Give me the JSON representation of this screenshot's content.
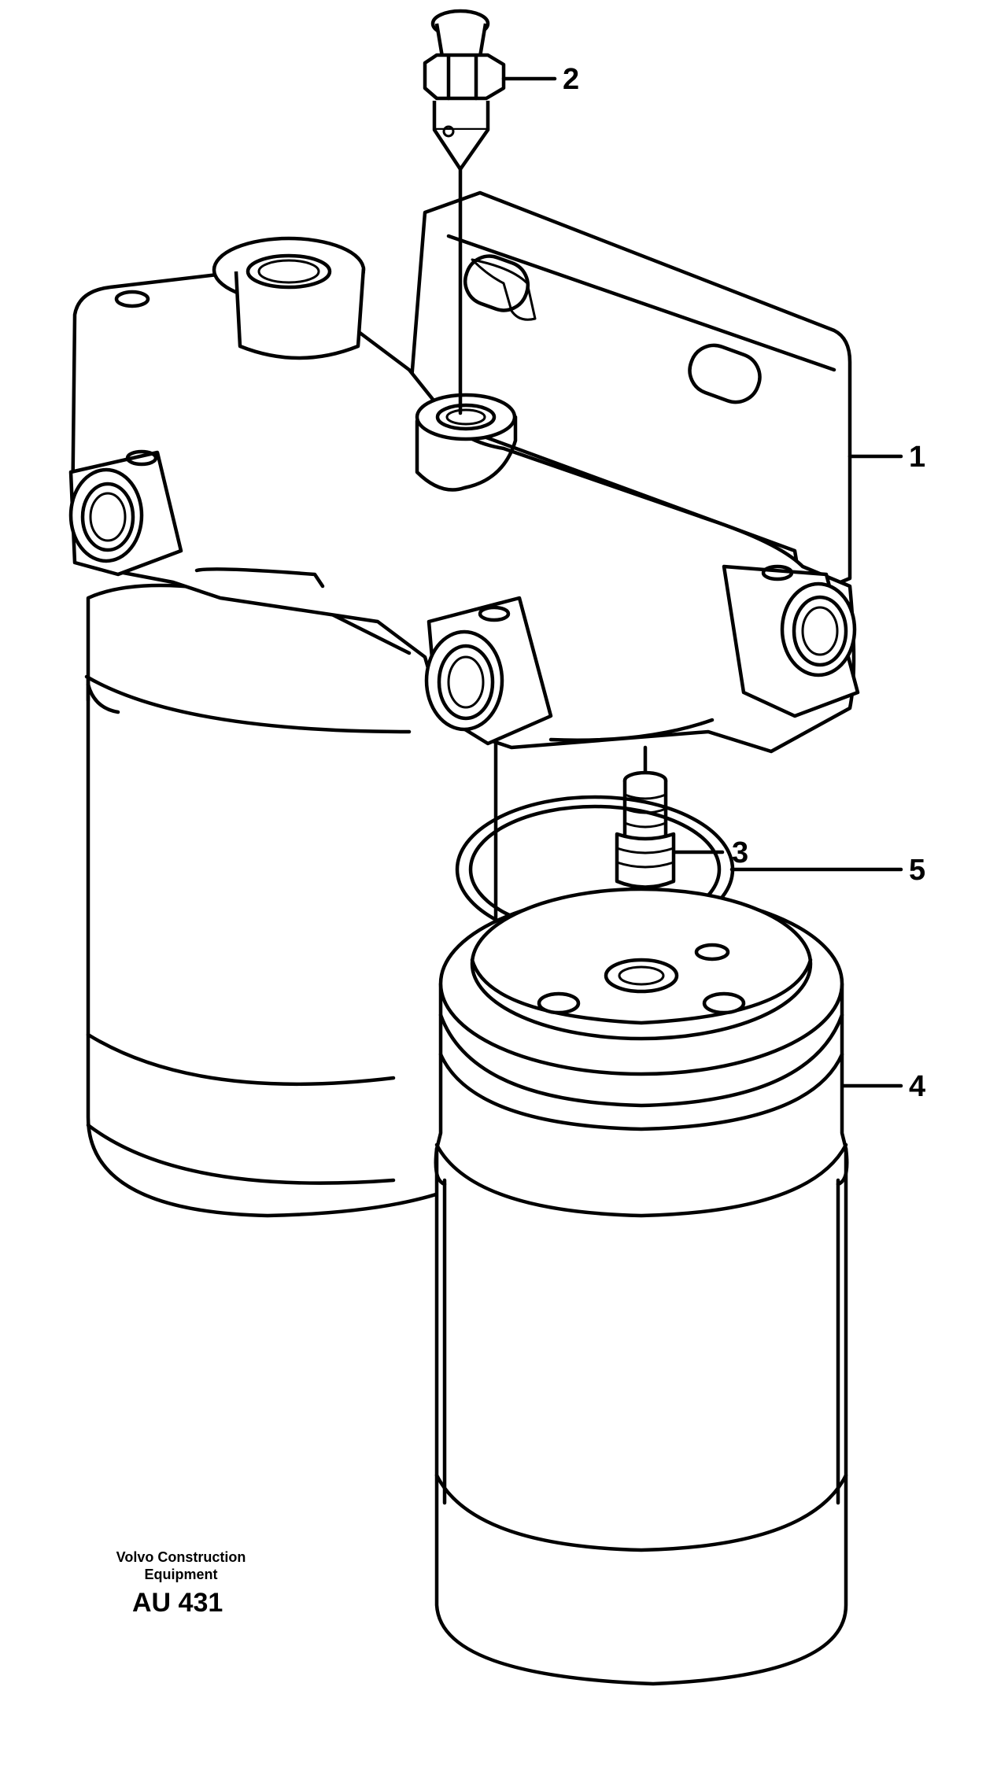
{
  "callouts": [
    {
      "id": "1",
      "label": "1"
    },
    {
      "id": "2",
      "label": "2"
    },
    {
      "id": "3",
      "label": "3"
    },
    {
      "id": "4",
      "label": "4"
    },
    {
      "id": "5",
      "label": "5"
    }
  ],
  "credit": {
    "line1": "Volvo Construction",
    "line2": "Equipment",
    "code": "AU 431"
  }
}
